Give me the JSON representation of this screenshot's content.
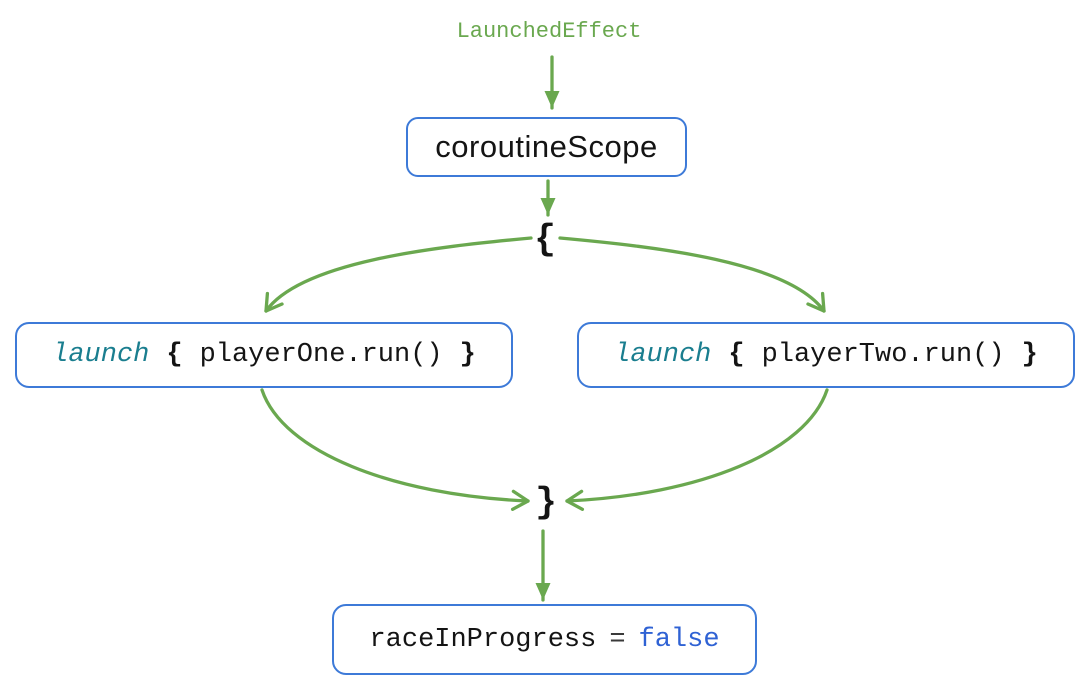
{
  "colors": {
    "arrow_green": "#6aa84f",
    "node_border_blue": "#3d7ad8",
    "keyword_teal": "#1a7e8f",
    "literal_blue": "#2f62d4",
    "code_black": "#141414"
  },
  "flow": {
    "entry_label": "LaunchedEffect",
    "scope_node": {
      "label": "coroutineScope"
    },
    "block_open_brace": "{",
    "block_close_brace": "}",
    "branches": [
      {
        "keyword": "launch",
        "open_brace": "{",
        "body": "playerOne.run()",
        "close_brace": "}"
      },
      {
        "keyword": "launch",
        "open_brace": "{",
        "body": "playerTwo.run()",
        "close_brace": "}"
      }
    ],
    "result_node": {
      "name": "raceInProgress",
      "operator": "=",
      "value": "false"
    }
  }
}
